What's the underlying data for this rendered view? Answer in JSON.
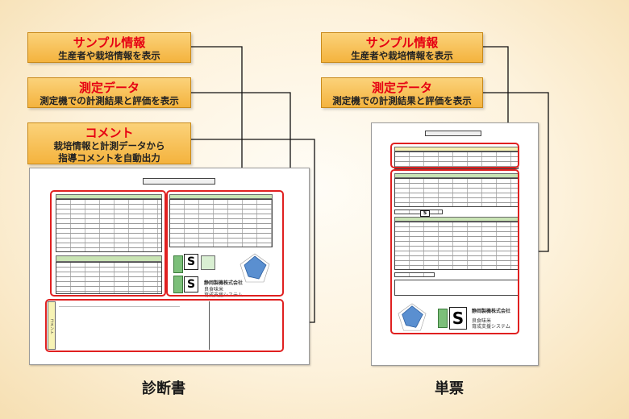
{
  "callouts": {
    "left_sample": {
      "title": "サンプル情報",
      "subtitle": "生産者や栽培情報を表示"
    },
    "left_measure": {
      "title": "測定データ",
      "subtitle": "測定機での計測結果と評価を表示"
    },
    "left_comment": {
      "title": "コメント",
      "subtitle_line1": "栽培情報と計測データから",
      "subtitle_line2": "指導コメントを自動出力"
    },
    "right_sample": {
      "title": "サンプル情報",
      "subtitle": "生産者や栽培情報を表示"
    },
    "right_measure": {
      "title": "測定データ",
      "subtitle": "測定機での計測結果と評価を表示"
    }
  },
  "labels": {
    "left_doc": "診断書",
    "right_doc": "単票"
  },
  "documents": {
    "left": {
      "grade_mark": "S",
      "grade_mark_2": "S",
      "company": "静岡製機株式会社",
      "system_line1": "良食味米",
      "system_line2": "育成支援システム",
      "comment_side_label": "コメント"
    },
    "right": {
      "grade_mark": "S",
      "grade_mark_small": "S",
      "company": "静岡製機株式会社",
      "system_line1": "良食味米",
      "system_line2": "育成支援システム"
    }
  },
  "colors": {
    "callout_title": "#e60012",
    "callout_fill": "#f4b33e",
    "highlight_border": "#e02020",
    "header_green": "#c9e4b4",
    "arrow": "#111111"
  }
}
